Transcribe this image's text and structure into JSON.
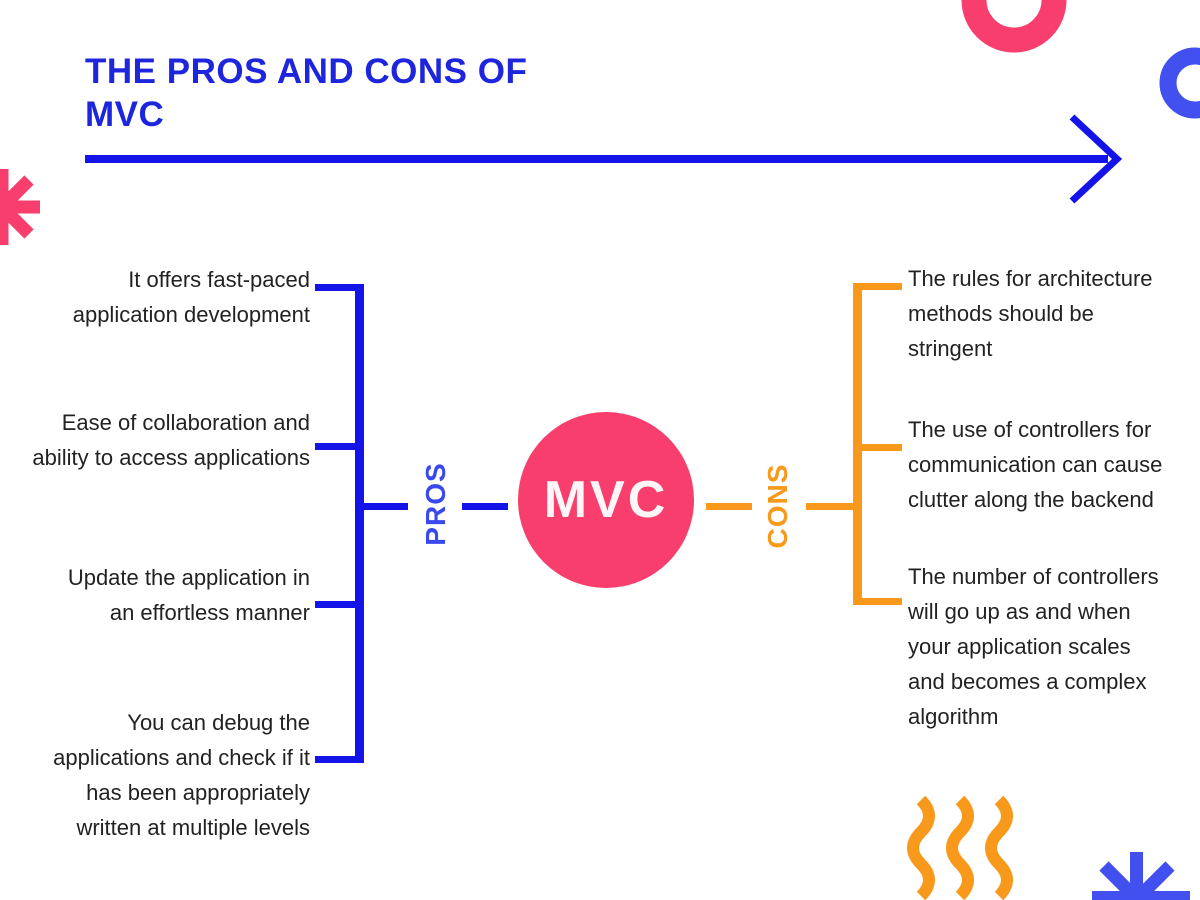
{
  "title": {
    "line1": "THE PROS AND CONS OF",
    "line2": "MVC"
  },
  "center": {
    "label": "MVC"
  },
  "pros": {
    "label": "PROS",
    "items": [
      {
        "lines": [
          "It offers fast-paced",
          "application development"
        ]
      },
      {
        "lines": [
          "Ease of collaboration and",
          "ability to access applications"
        ]
      },
      {
        "lines": [
          "Update the application in",
          "an effortless manner"
        ]
      },
      {
        "lines": [
          "You can debug the",
          "applications and check if it",
          "has been appropriately",
          "written at multiple levels"
        ]
      }
    ]
  },
  "cons": {
    "label": "CONS",
    "items": [
      {
        "lines": [
          "The rules for architecture",
          "methods should be",
          "stringent"
        ]
      },
      {
        "lines": [
          "The use of controllers for",
          "communication can cause",
          "clutter along the backend"
        ]
      },
      {
        "lines": [
          "The number of controllers",
          "will go up as and when",
          "your application scales",
          "and becomes a complex",
          "algorithm"
        ]
      }
    ]
  },
  "colors": {
    "deep_blue": "#1414E8",
    "title_blue": "#1D26DC",
    "light_blue": "#4350F0",
    "pink": "#F83E6C",
    "orange": "#F8991B",
    "body_text": "#222222",
    "background": "#FFFFFF"
  }
}
